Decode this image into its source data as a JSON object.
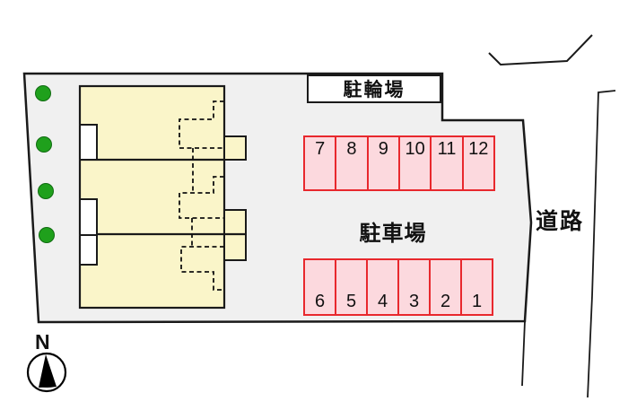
{
  "diagram": {
    "bicycle_parking_label": "駐輪場",
    "car_parking_label": "駐車場",
    "road_label": "道路",
    "north_label": "N",
    "parking_spaces_top": [
      "7",
      "8",
      "9",
      "10",
      "11",
      "12"
    ],
    "parking_spaces_bottom": [
      "6",
      "5",
      "4",
      "3",
      "2",
      "1"
    ],
    "colors": {
      "site_fill": "#f0f0f0",
      "building_fill": "#faf5c9",
      "parking_fill": "#fcd9de",
      "parking_border": "#e8282d",
      "tree_green": "#1fa01c",
      "outline": "#1a1a1a"
    }
  }
}
